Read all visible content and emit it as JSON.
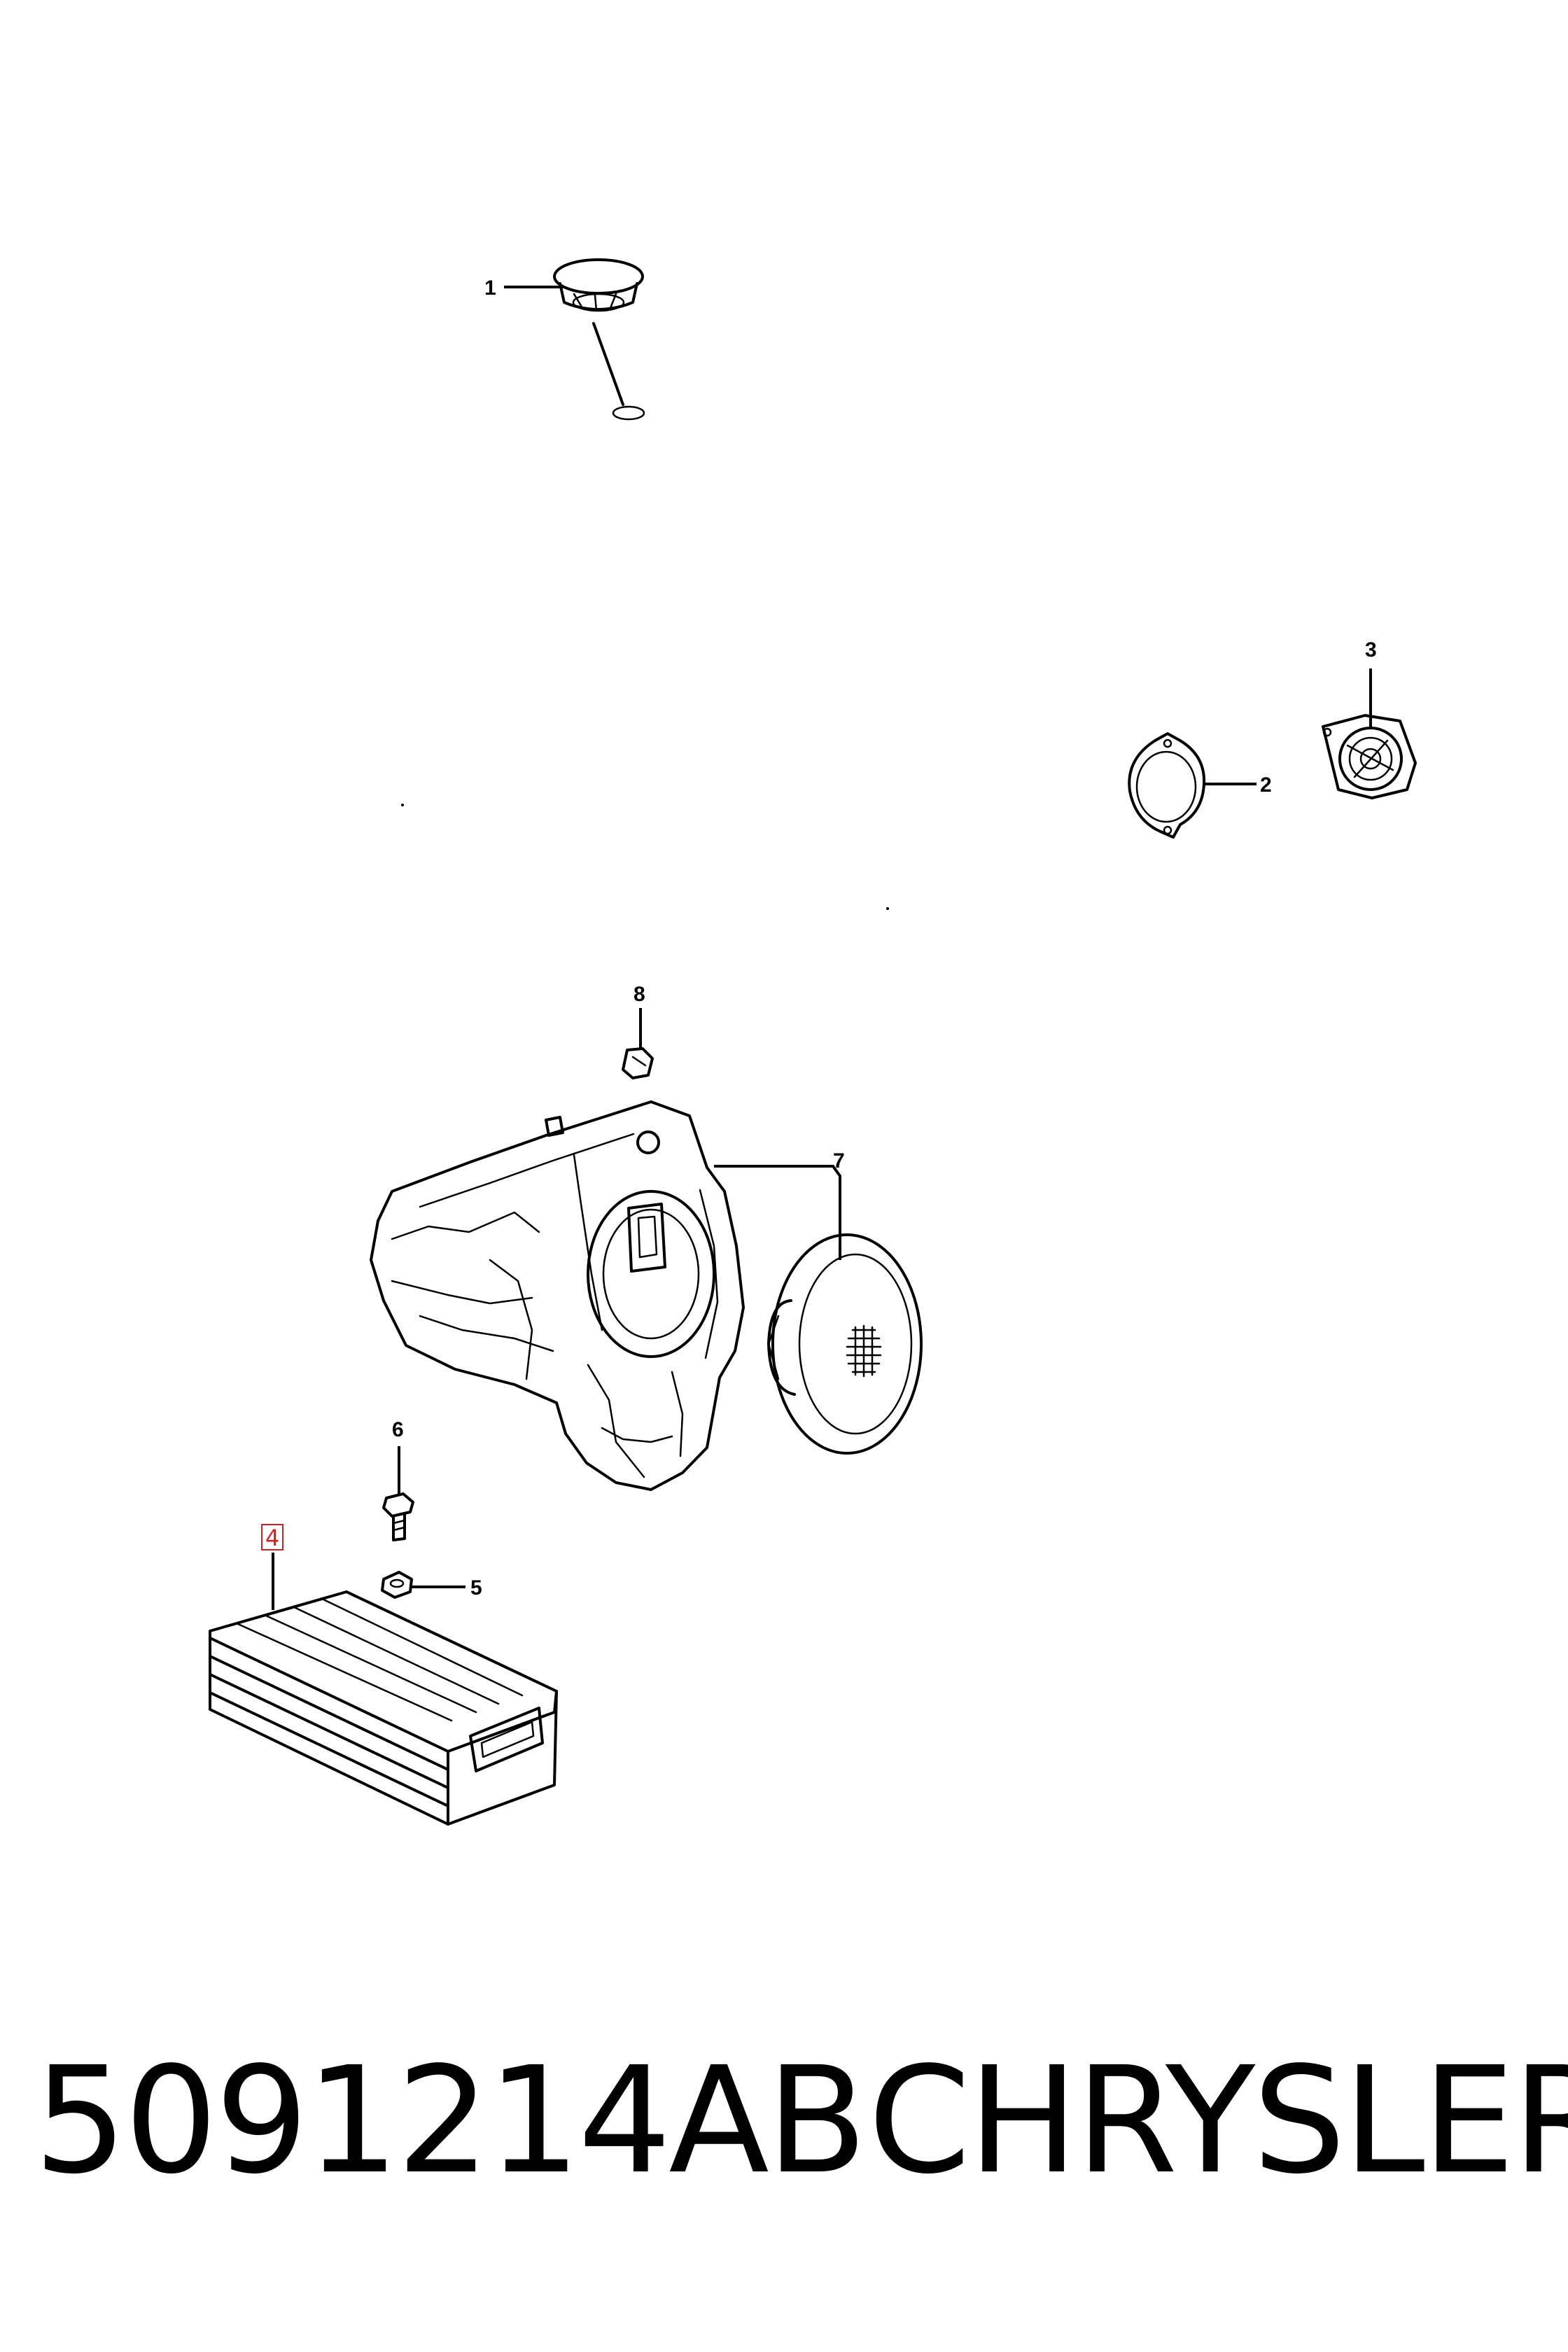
{
  "callouts": {
    "c1": "1",
    "c2": "2",
    "c3": "3",
    "c4": "4",
    "c5": "5",
    "c6": "6",
    "c7": "7",
    "c8": "8"
  },
  "footer": {
    "part_number": "5091214AB",
    "brand": "CHRYSLER"
  },
  "colors": {
    "highlight": "#cc2222",
    "line": "#000000",
    "background": "#ffffff"
  }
}
